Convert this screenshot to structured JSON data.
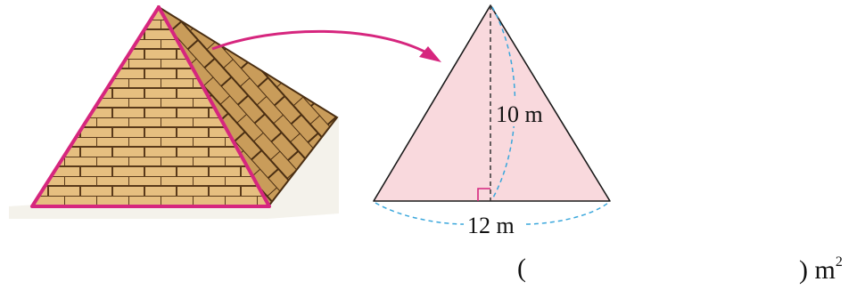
{
  "diagram": {
    "height_label": "10 m",
    "base_label": "12 m",
    "height_value": 10,
    "base_value": 12,
    "unit": "m"
  },
  "answer": {
    "open_paren": "(",
    "close_paren": ")",
    "unit": "m",
    "unit_exponent": "2"
  },
  "colors": {
    "pyramid_outline": "#d6267e",
    "arrow": "#d6267e",
    "triangle_fill": "#f9d9dd",
    "dimension_line": "#3aa7dc",
    "right_angle_mark": "#d6267e",
    "brick_front": "#e6bf80",
    "brick_side": "#c99c5a",
    "mortar": "#5a3a1a"
  }
}
